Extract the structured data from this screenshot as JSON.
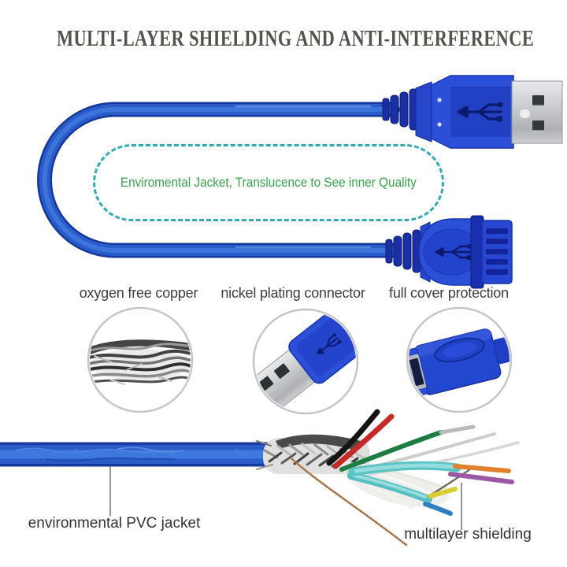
{
  "header": {
    "title": "MULTI-LAYER SHIELDING AND ANTI-INTERFERENCE"
  },
  "callout": {
    "text": "Enviromental Jacket, Translucence to See inner Quality"
  },
  "features": [
    {
      "label": "oxygen free copper",
      "icon": "copper-strands-photo"
    },
    {
      "label": "nickel plating connector",
      "icon": "usb-male-plug-photo"
    },
    {
      "label": "full cover protection",
      "icon": "usb-female-socket-photo"
    }
  ],
  "cable_anatomy": {
    "jacket_label": "environmental PVC jacket",
    "shielding_label": "multilayer shielding"
  },
  "colors": {
    "cable_blue": "#2a5cc9",
    "cable_blue_dark": "#16379b",
    "connector_blue": "#2b4fd6",
    "connector_navy": "#16289a",
    "metal_gray": "#c3c5c9",
    "title_gray": "#50544b",
    "callout_green": "#3aa14b",
    "callout_dash_teal": "#35a9b0",
    "label_dark": "#3a3a3a",
    "wire_colors": [
      "black",
      "red",
      "green",
      "silver",
      "teal",
      "orange",
      "purple",
      "yellow",
      "blue",
      "copper"
    ]
  }
}
